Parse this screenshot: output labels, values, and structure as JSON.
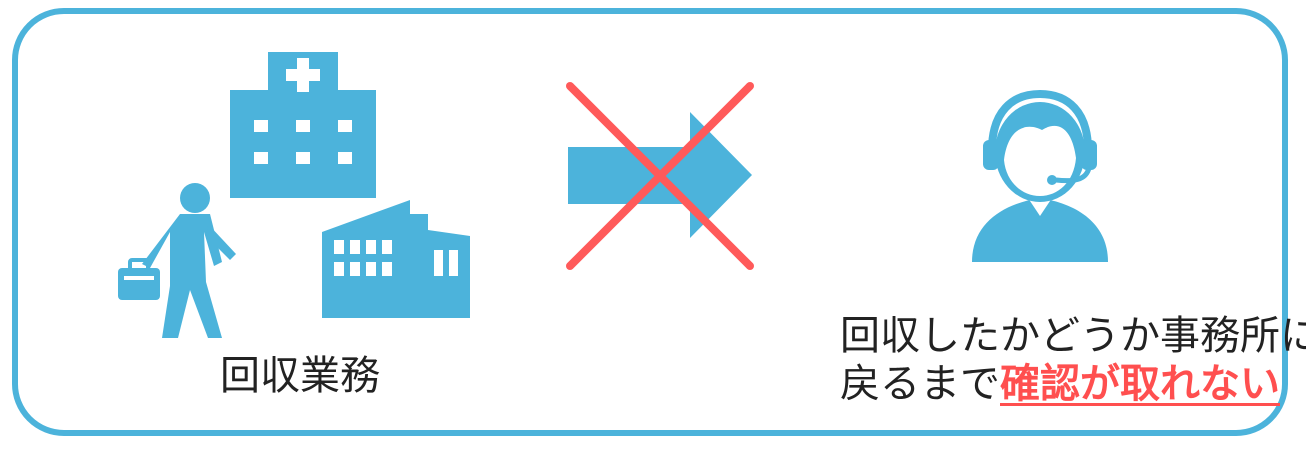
{
  "colors": {
    "frame": "#4cb3db",
    "icon": "#4cb3db",
    "cross": "#ff5a5a",
    "text": "#222222",
    "emphasis": "#ff4f4f"
  },
  "icons": {
    "left": [
      "hospital-icon",
      "businessman-icon",
      "factory-icon"
    ],
    "middle": [
      "right-arrow-icon",
      "cross-mark-icon"
    ],
    "right": [
      "headset-operator-icon"
    ]
  },
  "left_caption": "回収業務",
  "right_caption": {
    "line1": "回収したかどうか事務所に",
    "line2_prefix": "戻るまで",
    "line2_emphasis": "確認が取れない"
  }
}
